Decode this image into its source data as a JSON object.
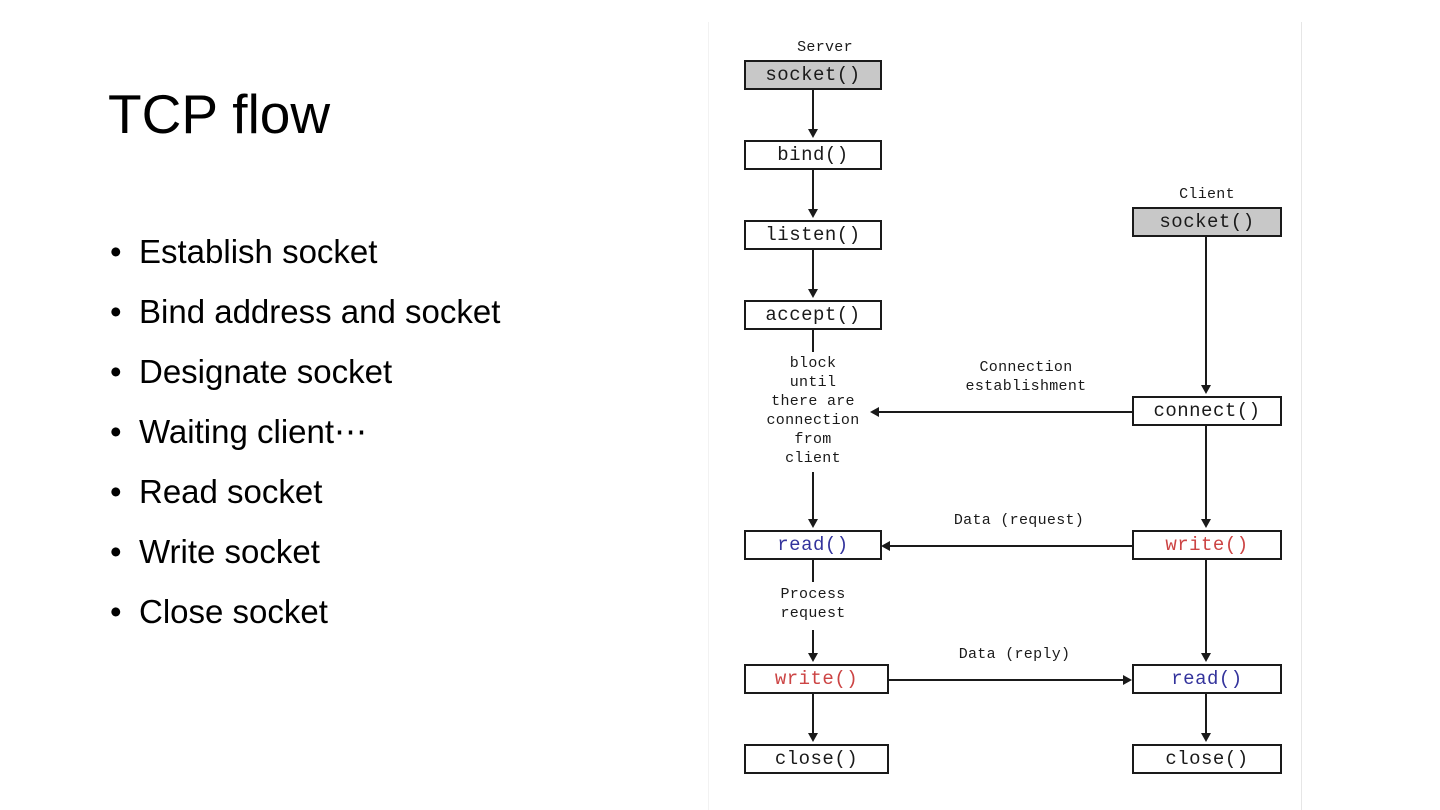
{
  "slide": {
    "title": "TCP flow",
    "bullet_marker": "•",
    "bullets": [
      "Establish socket",
      "Bind address and socket",
      "Designate socket",
      "Waiting client⋯",
      "Read socket",
      "Write socket",
      "Close socket"
    ]
  },
  "diagram": {
    "columns": {
      "server_header": "Server",
      "client_header": "Client"
    },
    "server_nodes": [
      {
        "label": "socket()",
        "style": "shaded"
      },
      {
        "label": "bind()",
        "style": "plain"
      },
      {
        "label": "listen()",
        "style": "plain"
      },
      {
        "label": "accept()",
        "style": "plain"
      },
      {
        "label": "read()",
        "style": "read"
      },
      {
        "label": "write()",
        "style": "write"
      },
      {
        "label": "close()",
        "style": "plain"
      }
    ],
    "client_nodes": [
      {
        "label": "socket()",
        "style": "shaded"
      },
      {
        "label": "connect()",
        "style": "plain"
      },
      {
        "label": "write()",
        "style": "write"
      },
      {
        "label": "read()",
        "style": "read"
      },
      {
        "label": "close()",
        "style": "plain"
      }
    ],
    "annotations": {
      "block_note": "block\nuntil\nthere are\nconnection\nfrom\nclient",
      "process_note": "Process\nrequest",
      "connection_establishment": "Connection\nestablishment",
      "data_request": "Data (request)",
      "data_reply": "Data (reply)"
    },
    "colors": {
      "read_text": "#33339c",
      "write_text": "#cc4444",
      "shaded_fill": "#c8c8c8",
      "stroke": "#1a1a1a"
    }
  }
}
